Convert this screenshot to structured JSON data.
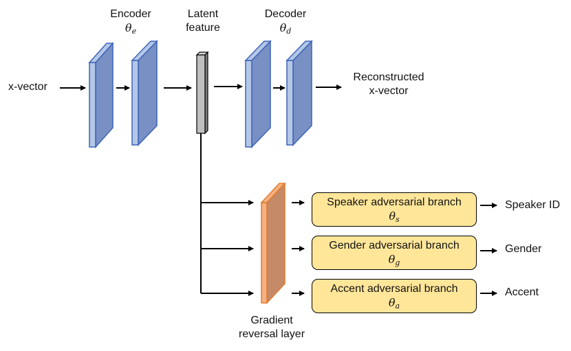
{
  "input": {
    "label": "x-vector"
  },
  "encoder": {
    "title": "Encoder",
    "param_symbol": "θ",
    "param_sub": "e"
  },
  "latent": {
    "title_line1": "Latent",
    "title_line2": "feature"
  },
  "decoder": {
    "title": "Decoder",
    "param_symbol": "θ",
    "param_sub": "d"
  },
  "output": {
    "line1": "Reconstructed",
    "line2": "x-vector"
  },
  "grl": {
    "line1": "Gradient",
    "line2": "reversal layer"
  },
  "branches": [
    {
      "name": "Speaker adversarial branch",
      "param_symbol": "θ",
      "param_sub": "s",
      "output": "Speaker ID"
    },
    {
      "name": "Gender adversarial branch",
      "param_symbol": "θ",
      "param_sub": "g",
      "output": "Gender"
    },
    {
      "name": "Accent adversarial branch",
      "param_symbol": "θ",
      "param_sub": "a",
      "output": "Accent"
    }
  ],
  "colors": {
    "encoder_fill": "#7890c3",
    "encoder_side": "#b4c7e7",
    "encoder_stroke": "#3d63b8",
    "latent_fill": "#bfbfbf",
    "grl_fill": "#c58b68",
    "grl_side": "#f4b183",
    "grl_stroke": "#e07a2c",
    "branch_fill": "#ffe699"
  }
}
